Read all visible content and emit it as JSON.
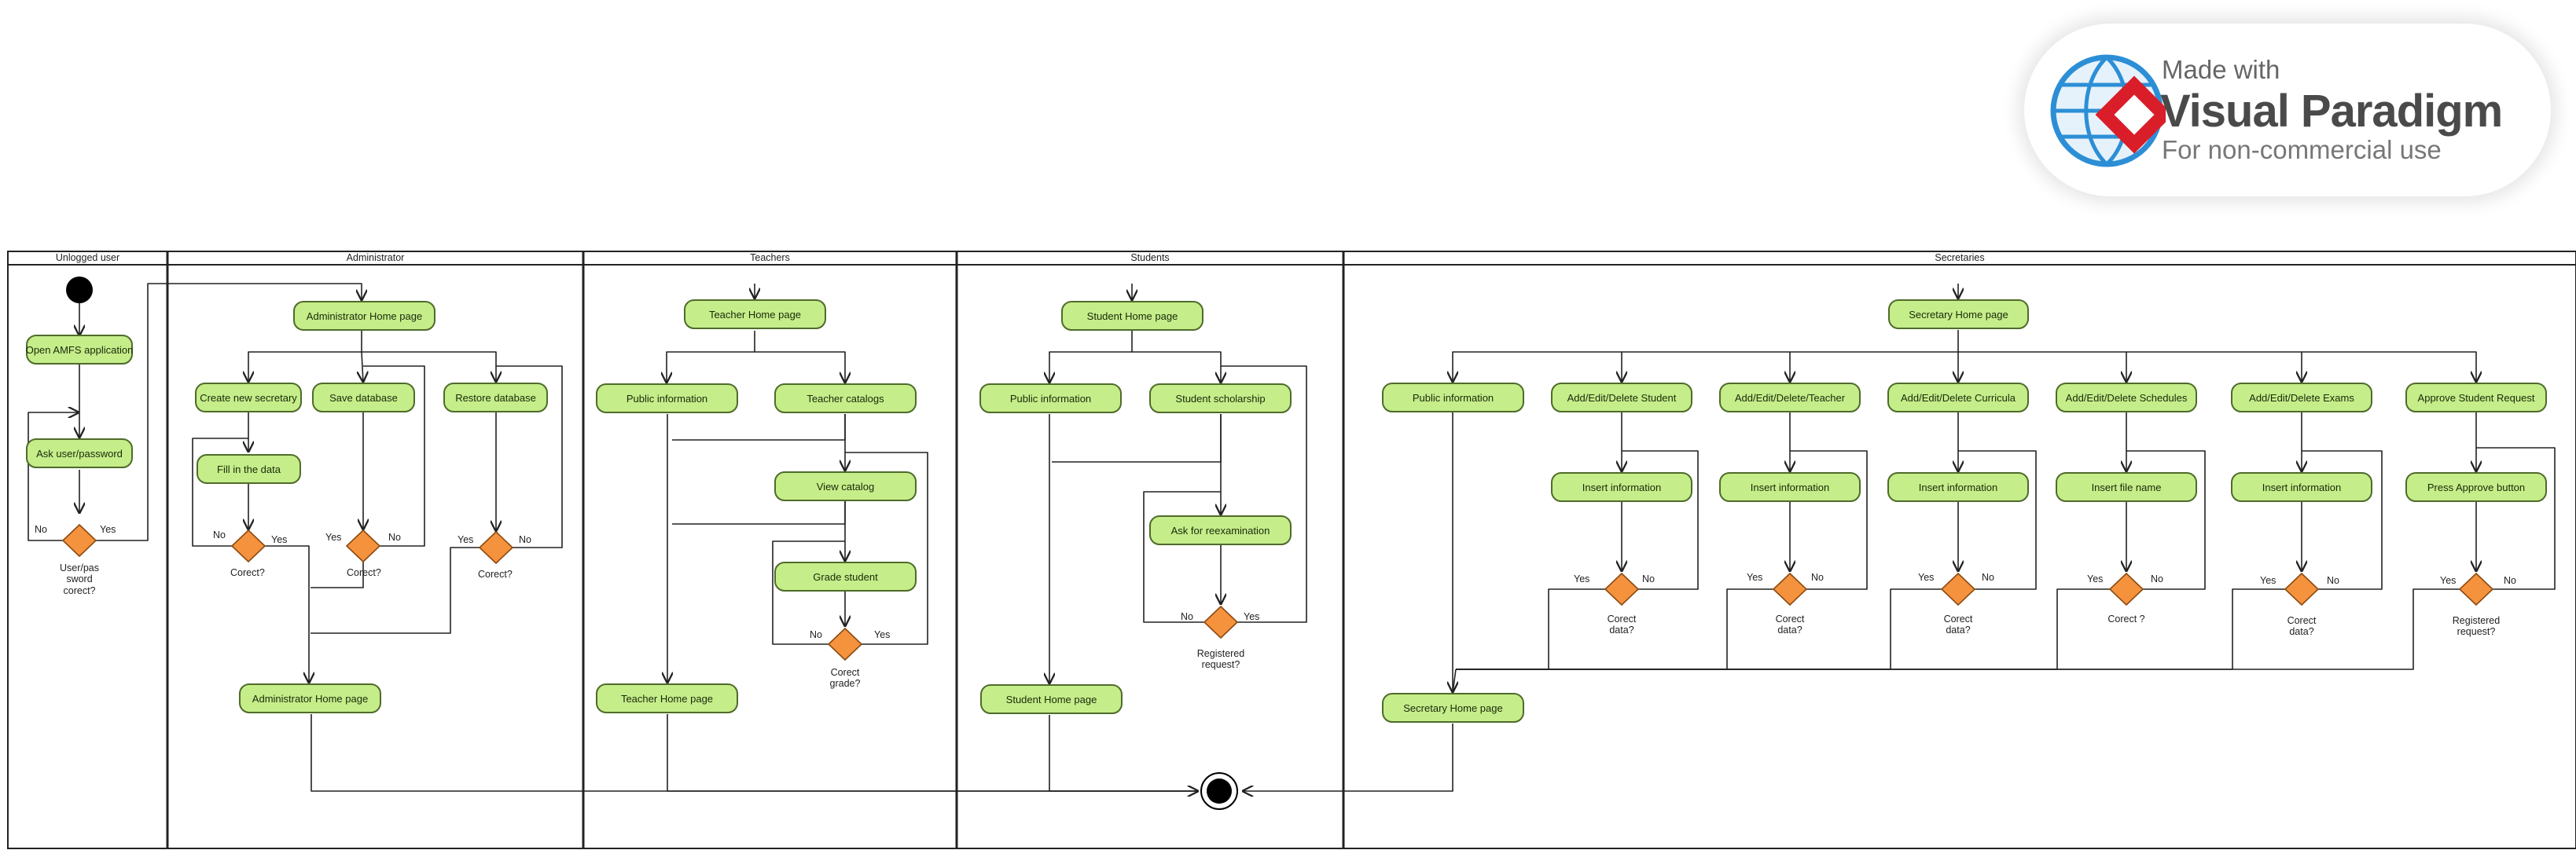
{
  "lanes": [
    {
      "title": "Unlogged user"
    },
    {
      "title": "Administrator"
    },
    {
      "title": "Teachers"
    },
    {
      "title": "Students"
    },
    {
      "title": "Secretaries"
    }
  ],
  "unlogged": {
    "open_app": "Open AMFS application",
    "ask_user": "Ask user/password",
    "decision_label": "User/pas sword corect?",
    "no": "No",
    "yes": "Yes"
  },
  "admin": {
    "home_top": "Administrator Home page",
    "create_secretary": "Create new secretary",
    "save_database": "Save database",
    "restore_database": "Restore database",
    "fill_data": "Fill in the data",
    "home_bottom": "Administrator Home page",
    "decision_1": "Corect?",
    "decision_2": "Corect?",
    "decision_3": "Corect?",
    "no": "No",
    "yes": "Yes"
  },
  "teachers": {
    "home_top": "Teacher Home page",
    "public_info": "Public information",
    "catalogs": "Teacher catalogs",
    "view_catalog": "View catalog",
    "grade_student": "Grade student",
    "home_bottom": "Teacher Home page",
    "decision": "Corect grade?",
    "no": "No",
    "yes": "Yes"
  },
  "students": {
    "home_top": "Student Home page",
    "public_info": "Public information",
    "scholarship": "Student scholarship",
    "reexam": "Ask for reexamination",
    "home_bottom": "Student Home page",
    "decision": "Registered request?",
    "no": "No",
    "yes": "Yes"
  },
  "secretaries": {
    "home_top": "Secretary Home page",
    "public_info": "Public information",
    "home_bottom": "Secretary Home page",
    "no": "No",
    "yes": "Yes",
    "branches": [
      {
        "top": "Add/Edit/Delete Student",
        "mid": "Insert information",
        "decision": "Corect data?"
      },
      {
        "top": "Add/Edit/Delete/Teacher",
        "mid": "Insert information",
        "decision": "Corect data?"
      },
      {
        "top": "Add/Edit/Delete Curricula",
        "mid": "Insert information",
        "decision": "Corect data?"
      },
      {
        "top": "Add/Edit/Delete Schedules",
        "mid": "Insert file name",
        "decision": "Corect ?"
      },
      {
        "top": "Add/Edit/Delete Exams",
        "mid": "Insert information",
        "decision": "Corect data?"
      },
      {
        "top": "Approve Student Request",
        "mid": "Press Approve button",
        "decision": "Registered request?"
      }
    ]
  },
  "watermark": {
    "made_with": "Made with",
    "brand": "Visual Paradigm",
    "subtitle": "For non-commercial use"
  },
  "colors": {
    "action_fill": "#c5ed8a",
    "action_border": "#4f6b2a",
    "decision_fill": "#f5923e",
    "decision_border": "#8a4a10",
    "line": "#222222",
    "node_black": "#000000"
  }
}
